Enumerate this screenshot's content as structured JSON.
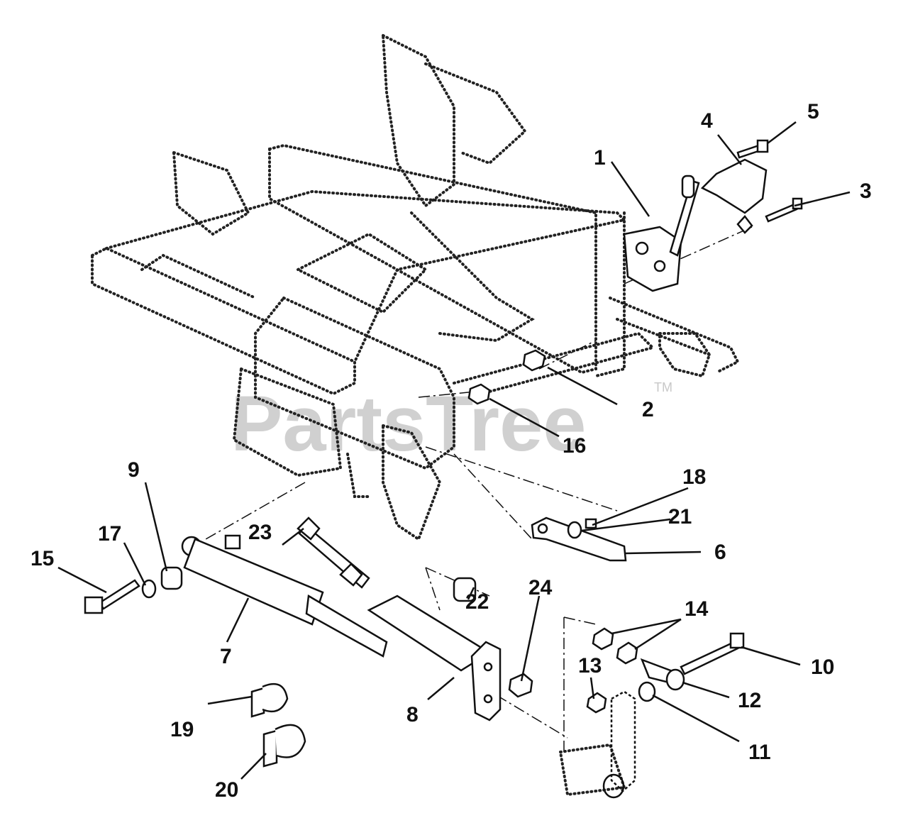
{
  "watermark": {
    "text": "PartsTree",
    "tm": "TM"
  },
  "callouts": [
    {
      "id": "1",
      "label": "1"
    },
    {
      "id": "2",
      "label": "2"
    },
    {
      "id": "3",
      "label": "3"
    },
    {
      "id": "4",
      "label": "4"
    },
    {
      "id": "5",
      "label": "5"
    },
    {
      "id": "6",
      "label": "6"
    },
    {
      "id": "7",
      "label": "7"
    },
    {
      "id": "8",
      "label": "8"
    },
    {
      "id": "9",
      "label": "9"
    },
    {
      "id": "10",
      "label": "10"
    },
    {
      "id": "11",
      "label": "11"
    },
    {
      "id": "12",
      "label": "12"
    },
    {
      "id": "13",
      "label": "13"
    },
    {
      "id": "14",
      "label": "14"
    },
    {
      "id": "15",
      "label": "15"
    },
    {
      "id": "16",
      "label": "16"
    },
    {
      "id": "17",
      "label": "17"
    },
    {
      "id": "18",
      "label": "18"
    },
    {
      "id": "19",
      "label": "19"
    },
    {
      "id": "20",
      "label": "20"
    },
    {
      "id": "21",
      "label": "21"
    },
    {
      "id": "22",
      "label": "22"
    },
    {
      "id": "23",
      "label": "23"
    },
    {
      "id": "24",
      "label": "24"
    }
  ]
}
